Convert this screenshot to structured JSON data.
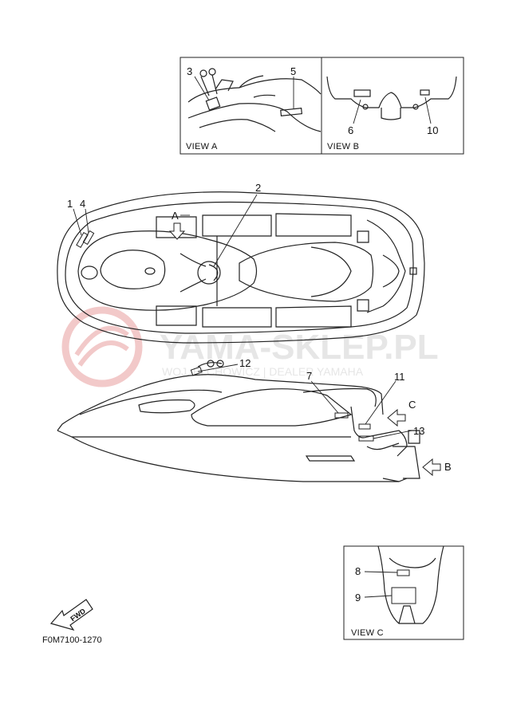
{
  "watermark": {
    "title": "YAMA-SKLEP.PL",
    "subtitle": "WOJ. ELCHOWICZ | DEALER YAMAHA",
    "logo_color": "#f2c9c9"
  },
  "views": {
    "a_label": "VIEW A",
    "b_label": "VIEW B",
    "c_label": "VIEW C"
  },
  "arrows": {
    "a": "A",
    "b": "B",
    "c": "C",
    "fwd": "FWD"
  },
  "callouts": {
    "n1": "1",
    "n2": "2",
    "n3": "3",
    "n4": "4",
    "n5": "5",
    "n6": "6",
    "n7": "7",
    "n8": "8",
    "n9": "9",
    "n10": "10",
    "n11": "11",
    "n12": "12",
    "n13": "13"
  },
  "figure_code": "F0M7100-1270"
}
